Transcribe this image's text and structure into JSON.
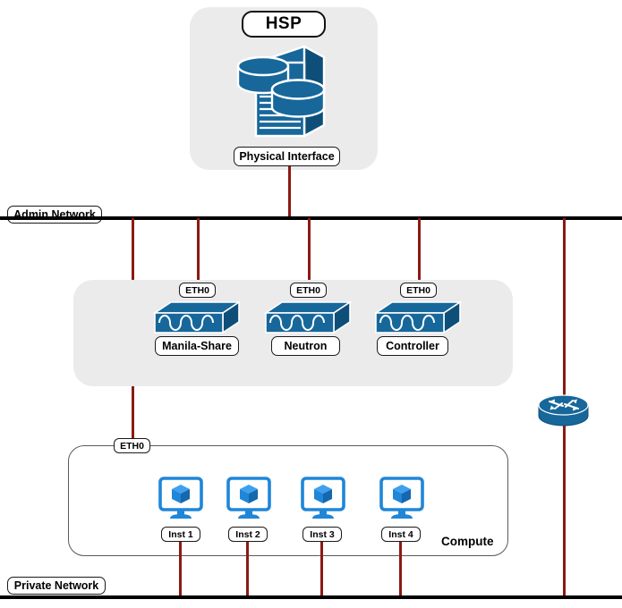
{
  "diagram": {
    "title_node": "HSP",
    "colors": {
      "panel_bg": "#ebebeb",
      "wire": "#8B1A14",
      "bus": "#000000",
      "device_blue": "#17679B",
      "device_blue_dark": "#0E4F7A",
      "instance_blue": "#1F86D8"
    }
  },
  "hsp_group": {
    "title": "HSP",
    "interface_label": "Physical Interface",
    "icon": "database-server-icon"
  },
  "networks": {
    "admin": {
      "label": "Admin Network"
    },
    "private": {
      "label": "Private Network"
    }
  },
  "services_panel": {
    "nodes": [
      {
        "eth": "ETH0",
        "label": "Manila-Share",
        "icon": "network-switch-icon"
      },
      {
        "eth": "ETH0",
        "label": "Neutron",
        "icon": "network-switch-icon"
      },
      {
        "eth": "ETH0",
        "label": "Controller",
        "icon": "network-switch-icon"
      }
    ]
  },
  "compute_box": {
    "title": "Compute",
    "eth": "ETH0",
    "instances": [
      {
        "label": "Inst 1",
        "icon": "instance-monitor-icon"
      },
      {
        "label": "Inst 2",
        "icon": "instance-monitor-icon"
      },
      {
        "label": "Inst 3",
        "icon": "instance-monitor-icon"
      },
      {
        "label": "Inst 4",
        "icon": "instance-monitor-icon"
      }
    ]
  },
  "router": {
    "icon": "router-icon",
    "label": ""
  }
}
